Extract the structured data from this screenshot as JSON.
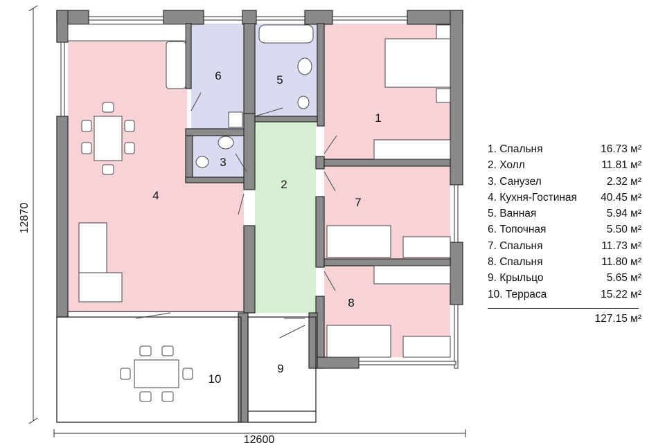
{
  "plan": {
    "rooms": [
      {
        "id": "1",
        "label": "1",
        "name": "Спальня",
        "area": "16.73 м²",
        "fill": "#f7d3d8"
      },
      {
        "id": "2",
        "label": "2",
        "name": "Холл",
        "area": "11.81 м²",
        "fill": "#d6efd3"
      },
      {
        "id": "3",
        "label": "3",
        "name": "Санузел",
        "area": "2.32 м²",
        "fill": "#d9dcf1"
      },
      {
        "id": "4",
        "label": "4",
        "name": "Кухня-Гостиная",
        "area": "40.45 м²",
        "fill": "#f7d3d8"
      },
      {
        "id": "5",
        "label": "5",
        "name": "Ванная",
        "area": "5.94 м²",
        "fill": "#d9dcf1"
      },
      {
        "id": "6",
        "label": "6",
        "name": "Топочная",
        "area": "5.50 м²",
        "fill": "#d9dcf1"
      },
      {
        "id": "7",
        "label": "7",
        "name": "Спальня",
        "area": "11.73 м²",
        "fill": "#f7d3d8"
      },
      {
        "id": "8",
        "label": "8",
        "name": "Спальня",
        "area": "11.80 м²",
        "fill": "#f7d3d8"
      },
      {
        "id": "9",
        "label": "9",
        "name": "Крыльцо",
        "area": "5.65 м²",
        "fill": "#ffffff"
      },
      {
        "id": "10",
        "label": "10",
        "name": "Терраса",
        "area": "15.22 м²",
        "fill": "#ffffff"
      }
    ],
    "dimensions": {
      "width": "12600",
      "height": "12870"
    },
    "colors": {
      "wall": "#8a8a8a",
      "outline": "#2a2a2a"
    }
  },
  "legend": {
    "items": [
      {
        "label": "1. Спальня",
        "area": "16.73 м²"
      },
      {
        "label": "2. Холл",
        "area": "11.81 м²"
      },
      {
        "label": "3. Санузел",
        "area": "2.32 м²"
      },
      {
        "label": "4. Кухня-Гостиная",
        "area": "40.45 м²"
      },
      {
        "label": "5. Ванная",
        "area": "5.94 м²"
      },
      {
        "label": "6. Топочная",
        "area": "5.50 м²"
      },
      {
        "label": "7. Спальня",
        "area": "11.73 м²"
      },
      {
        "label": "8. Спальня",
        "area": "11.80 м²"
      },
      {
        "label": "9. Крыльцо",
        "area": "5.65 м²"
      },
      {
        "label": "10. Терраса",
        "area": "15.22 м²"
      }
    ],
    "total": "127.15 м²"
  }
}
